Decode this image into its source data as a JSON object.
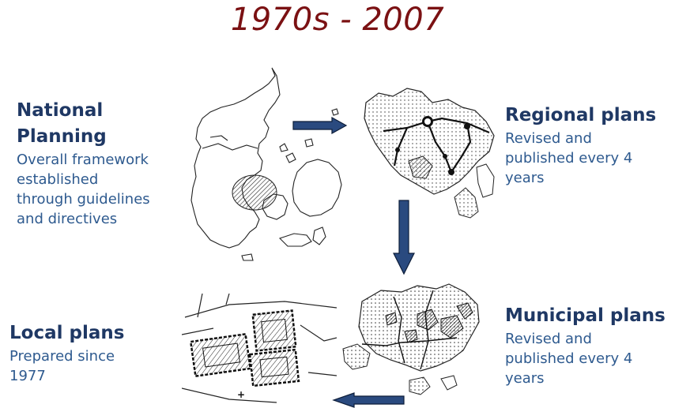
{
  "title": "1970s - 2007",
  "colors": {
    "title": "#7b1113",
    "heading": "#1f3864",
    "text": "#2e5a8f",
    "arrow_fill": "#2a4a7f",
    "map_ink": "#222222"
  },
  "levels": {
    "national": {
      "title_line1": "National",
      "title_line2": "Planning",
      "desc_line1": "Overall framework",
      "desc_line2": "established",
      "desc_line3": "through guidelines",
      "desc_line4": "and directives"
    },
    "regional": {
      "title": "Regional plans",
      "desc_line1": "Revised and",
      "desc_line2": "published every 4",
      "desc_line3": "years"
    },
    "municipal": {
      "title": "Municipal plans",
      "desc_line1": "Revised and",
      "desc_line2": "published every 4",
      "desc_line3": "years"
    },
    "local": {
      "title": "Local plans",
      "desc_line1": "Prepared since",
      "desc_line2": "1977"
    }
  }
}
